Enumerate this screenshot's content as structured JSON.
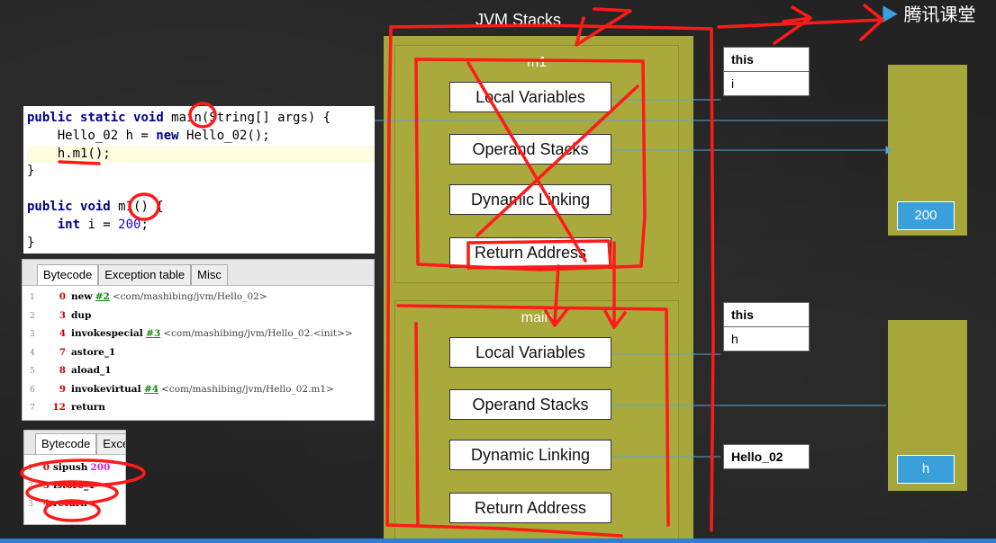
{
  "logo": {
    "text": "腾讯课堂"
  },
  "stack": {
    "title": "JVM Stacks",
    "frames": [
      {
        "name": "m1",
        "slots": [
          "Local Variables",
          "Operand Stacks",
          "Dynamic Linking",
          "Return Address"
        ]
      },
      {
        "name": "main",
        "slots": [
          "Local Variables",
          "Operand Stacks",
          "Dynamic Linking",
          "Return Address"
        ]
      }
    ]
  },
  "code": {
    "lines": [
      "public static void main(String[] args) {",
      "    Hello_02 h = new Hello_02();",
      "    h.m1();",
      "}",
      "",
      "public void m1() {",
      "    int i = 200;",
      "}"
    ]
  },
  "bytecode1": {
    "tabs": [
      "Bytecode",
      "Exception table",
      "Misc"
    ],
    "rows": [
      {
        "n": "1",
        "off": "0",
        "op": "new",
        "ref": "#2",
        "cmt": "<com/mashibing/jvm/Hello_02>"
      },
      {
        "n": "2",
        "off": "3",
        "op": "dup",
        "ref": "",
        "cmt": ""
      },
      {
        "n": "3",
        "off": "4",
        "op": "invokespecial",
        "ref": "#3",
        "cmt": "<com/mashibing/jvm/Hello_02.<init>>"
      },
      {
        "n": "4",
        "off": "7",
        "op": "astore_1",
        "ref": "",
        "cmt": ""
      },
      {
        "n": "5",
        "off": "8",
        "op": "aload_1",
        "ref": "",
        "cmt": ""
      },
      {
        "n": "6",
        "off": "9",
        "op": "invokevirtual",
        "ref": "#4",
        "cmt": "<com/mashibing/jvm/Hello_02.m1>"
      },
      {
        "n": "7",
        "off": "12",
        "op": "return",
        "ref": "",
        "cmt": ""
      }
    ]
  },
  "bytecode2": {
    "tabs": [
      "Bytecode",
      "Exce"
    ],
    "rows": [
      {
        "n": "1",
        "off": "0",
        "op": "sipush",
        "arg": "200"
      },
      {
        "n": "2",
        "off": "3",
        "op": "istore_1",
        "arg": ""
      },
      {
        "n": "3",
        "off": "4",
        "op": "return",
        "arg": ""
      }
    ]
  },
  "tables": {
    "m1_locals": {
      "header": "this",
      "value": "i"
    },
    "main_locals": {
      "header": "this",
      "value": "h"
    },
    "linking": {
      "header": "Hello_02"
    }
  },
  "heap": {
    "box1_value": "200",
    "box2_value": "h"
  },
  "colors": {
    "stack": "#a6a63a",
    "annotation": "#ff1a1a",
    "accent": "#3aa0dc"
  }
}
